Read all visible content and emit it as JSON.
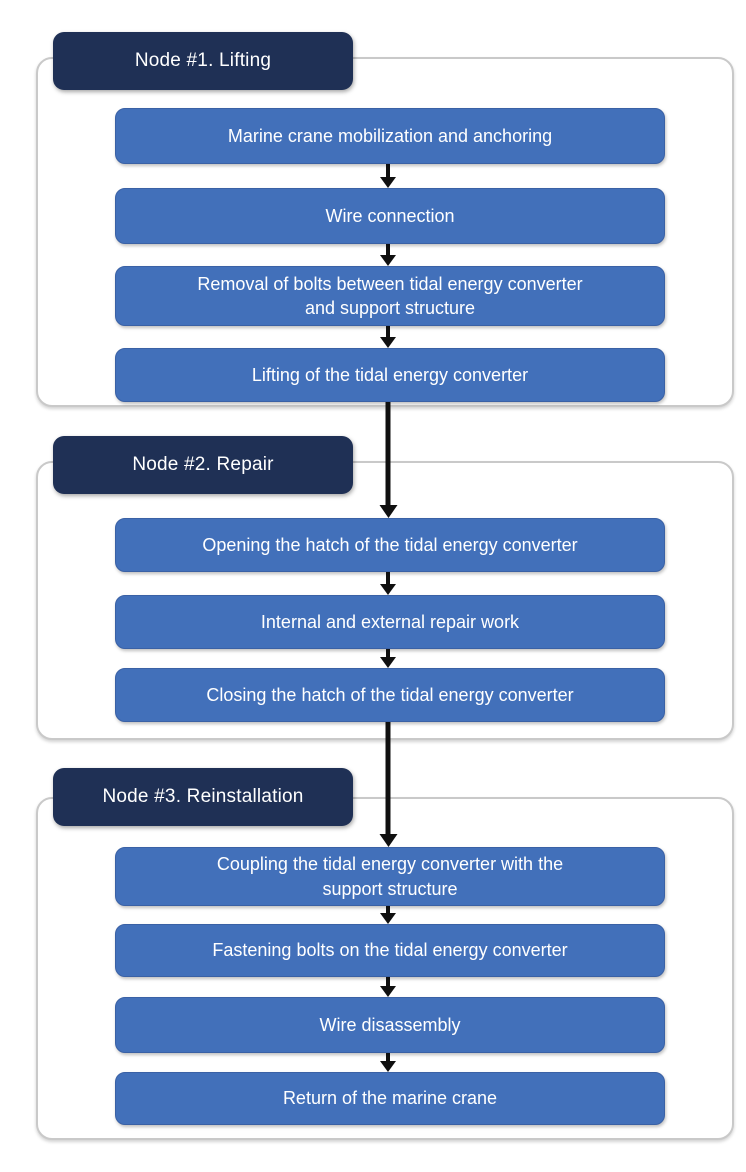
{
  "colors": {
    "badge_bg": "#1f3055",
    "step_bg": "#4270ba",
    "step_border": "#3a61a5",
    "container_border": "#c9c9c9",
    "arrow": "#101010",
    "text": "#ffffff",
    "background": "#ffffff"
  },
  "flowchart": {
    "sections": [
      {
        "title": "Node #1. Lifting",
        "steps": [
          "Marine crane mobilization and anchoring",
          "Wire connection",
          "Removal of bolts between tidal energy converter\nand support structure",
          "Lifting of the tidal energy converter"
        ]
      },
      {
        "title": "Node #2. Repair",
        "steps": [
          "Opening the hatch of the tidal energy converter",
          "Internal and external repair work",
          "Closing the hatch of the tidal energy converter"
        ]
      },
      {
        "title": "Node #3. Reinstallation",
        "steps": [
          "Coupling the tidal energy converter with the\nsupport structure",
          "Fastening bolts on the tidal energy converter",
          "Wire disassembly",
          "Return of the marine crane"
        ]
      }
    ]
  }
}
